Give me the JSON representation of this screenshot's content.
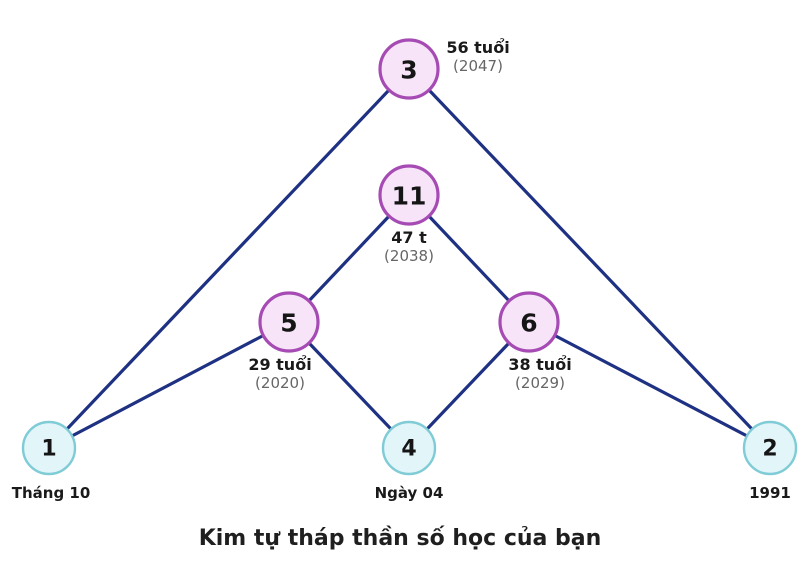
{
  "title": "Kim tự tháp thần số học của bạn",
  "colors": {
    "edge": "#1f3182",
    "peak_fill": "#f7e4f9",
    "peak_stroke": "#a54bb3",
    "base_fill": "#e2f5f9",
    "base_stroke": "#7fcbd6"
  },
  "nodes": {
    "n1": {
      "value": "1",
      "label": "Tháng 10"
    },
    "n4": {
      "value": "4",
      "label": "Ngày 04"
    },
    "n2": {
      "value": "2",
      "label": "1991"
    },
    "n5": {
      "value": "5",
      "age": "29 tuổi",
      "year": "(2020)"
    },
    "n6": {
      "value": "6",
      "age": "38 tuổi",
      "year": "(2029)"
    },
    "n11": {
      "value": "11",
      "age": "47 t",
      "year": "(2038)"
    },
    "n3": {
      "value": "3",
      "age": "56 tuổi",
      "year": "(2047)"
    }
  }
}
